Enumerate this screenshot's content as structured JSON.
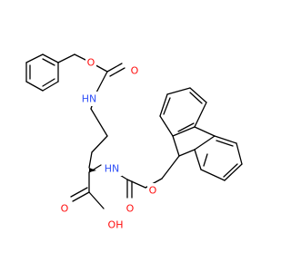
{
  "molecule": {
    "colors": {
      "carbon": "#000000",
      "oxygen": "#ff0d0d",
      "nitrogen": "#3050f8"
    },
    "atom_labels": {
      "o_cbz_ether": "O",
      "o_cbz_carbonyl": "O",
      "nh_side_chain": "HN",
      "nh_alpha": "HN",
      "o_fmoc_ether": "O",
      "o_fmoc_carbonyl": "O",
      "o_acid_carbonyl": "O",
      "oh_acid": "OH"
    }
  }
}
